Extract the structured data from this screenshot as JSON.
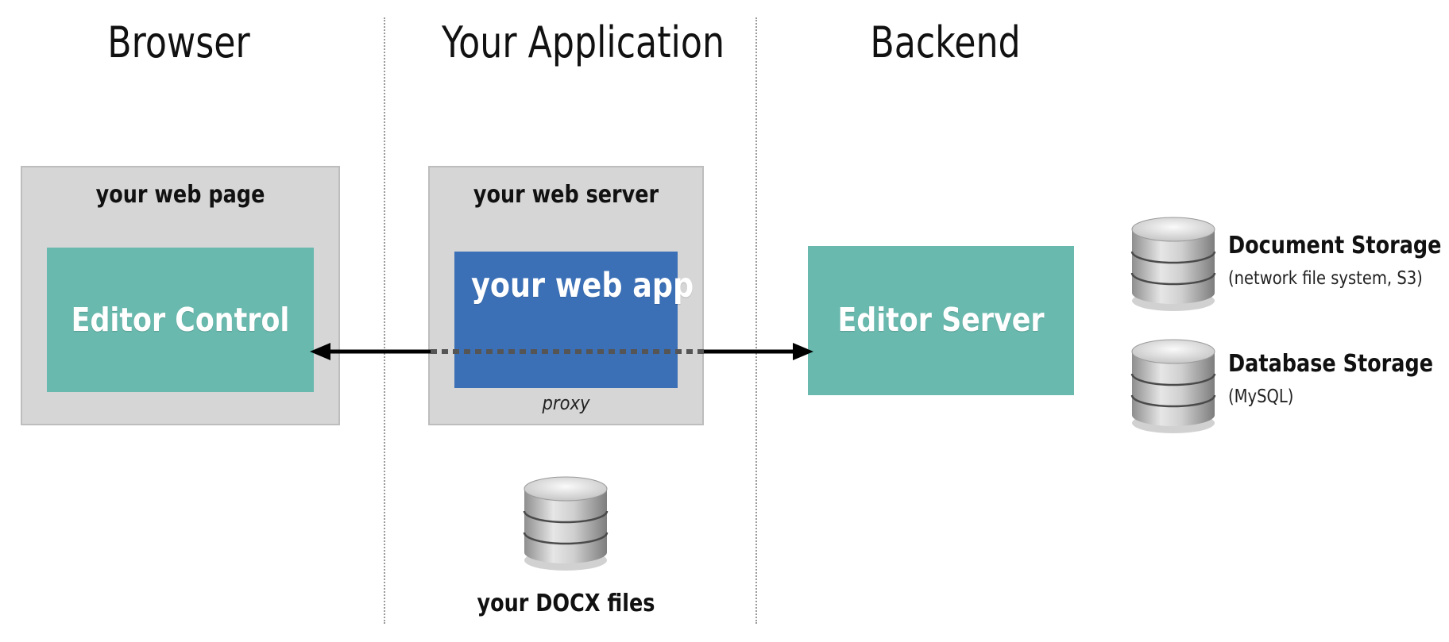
{
  "columns": {
    "browser": "Browser",
    "application": "Your Application",
    "backend": "Backend"
  },
  "web_page": {
    "label": "your web page",
    "control": "Editor Control"
  },
  "web_server": {
    "label": "your web server",
    "app": "your web app",
    "proxy": "proxy"
  },
  "editor_server": {
    "label": "Editor Server"
  },
  "storage": [
    {
      "title": "Document Storage",
      "subtitle": "(network file system, S3)"
    },
    {
      "title": "Database Storage",
      "subtitle": "(MySQL)"
    }
  ],
  "docx": {
    "label": "your DOCX files"
  },
  "colors": {
    "teal": "#69b9ae",
    "blue": "#3b70b7",
    "gray_box": "#d6d6d6"
  },
  "icons": [
    "database-icon"
  ]
}
